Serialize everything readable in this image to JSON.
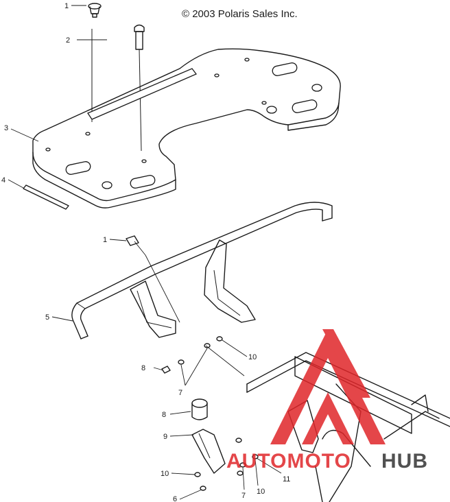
{
  "header": {
    "copyright": "© 2003 Polaris Sales Inc."
  },
  "callouts": [
    {
      "id": "c1a",
      "label": "1"
    },
    {
      "id": "c2",
      "label": "2"
    },
    {
      "id": "c3",
      "label": "3"
    },
    {
      "id": "c4",
      "label": "4"
    },
    {
      "id": "c1b",
      "label": "1"
    },
    {
      "id": "c5",
      "label": "5"
    },
    {
      "id": "c10a",
      "label": "10"
    },
    {
      "id": "c8a",
      "label": "8"
    },
    {
      "id": "c7a",
      "label": "7"
    },
    {
      "id": "c8b",
      "label": "8"
    },
    {
      "id": "c9",
      "label": "9"
    },
    {
      "id": "c10b",
      "label": "10"
    },
    {
      "id": "c6",
      "label": "6"
    },
    {
      "id": "c7b",
      "label": "7"
    },
    {
      "id": "c10c",
      "label": "10"
    },
    {
      "id": "c11",
      "label": "11"
    }
  ],
  "watermark": {
    "part1": "AUTOMOTO",
    "part2": "HUB",
    "color_red": "#e0262a",
    "color_dark": "#333333"
  }
}
